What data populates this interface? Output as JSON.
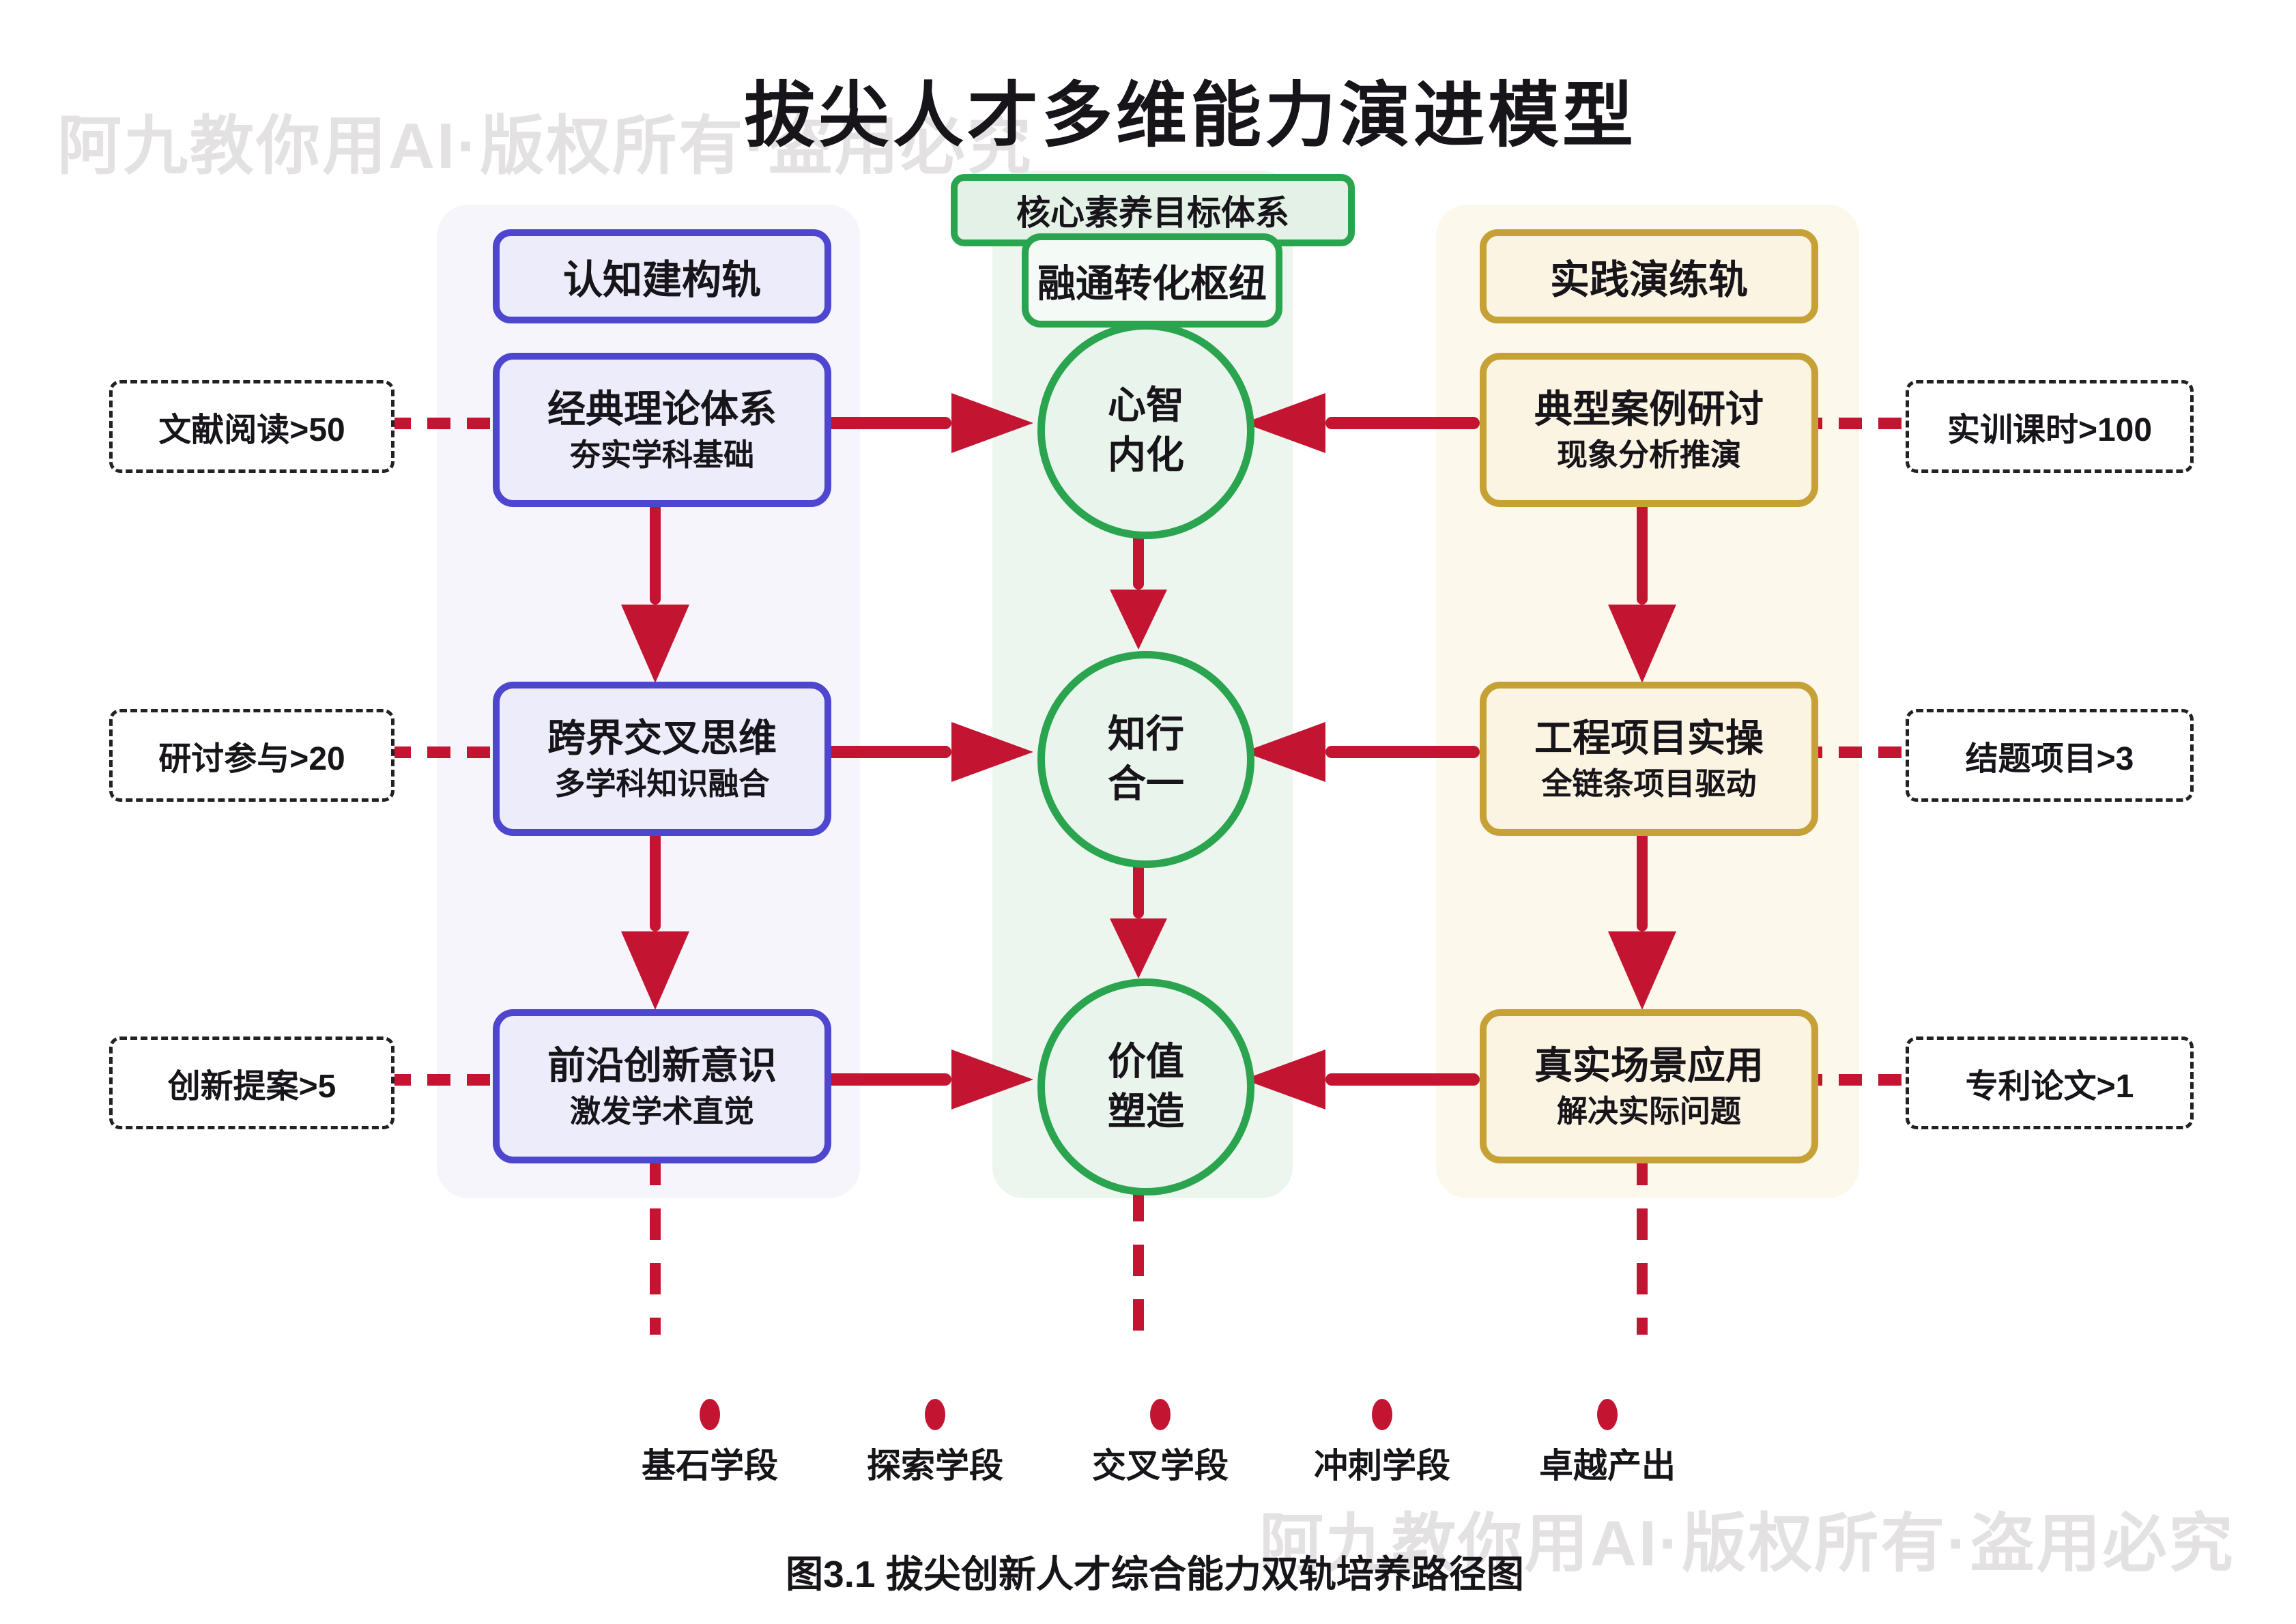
{
  "title": "拔尖人才多维能力演进模型",
  "caption": "图3.1 拔尖创新人才综合能力双轨培养路径图",
  "watermark": "阿九教你用AI·版权所有·盗用必究",
  "colors": {
    "accent_red": "#c31432",
    "track_purple": "#4e46cf",
    "hub_green": "#2aa44e",
    "track_gold": "#c5a136",
    "watermark_gray": "#e3e1e1"
  },
  "center_track": {
    "goal": "核心素养目标体系",
    "hub": "融通转化枢纽",
    "stages": [
      {
        "line1": "心智",
        "line2": "内化"
      },
      {
        "line1": "知行",
        "line2": "合一"
      },
      {
        "line1": "价值",
        "line2": "塑造"
      }
    ]
  },
  "left_track": {
    "header": "认知建构轨",
    "stages": [
      {
        "title": "经典理论体系",
        "subtitle": "夯实学科基础",
        "kpi": "文献阅读>50"
      },
      {
        "title": "跨界交叉思维",
        "subtitle": "多学科知识融合",
        "kpi": "研讨参与>20"
      },
      {
        "title": "前沿创新意识",
        "subtitle": "激发学术直觉",
        "kpi": "创新提案>5"
      }
    ]
  },
  "right_track": {
    "header": "实践演练轨",
    "stages": [
      {
        "title": "典型案例研讨",
        "subtitle": "现象分析推演",
        "kpi": "实训课时>100"
      },
      {
        "title": "工程项目实操",
        "subtitle": "全链条项目驱动",
        "kpi": "结题项目>3"
      },
      {
        "title": "真实场景应用",
        "subtitle": "解决实际问题",
        "kpi": "专利论文>1"
      }
    ]
  },
  "legend": [
    "基石学段",
    "探索学段",
    "交叉学段",
    "冲刺学段",
    "卓越产出"
  ]
}
